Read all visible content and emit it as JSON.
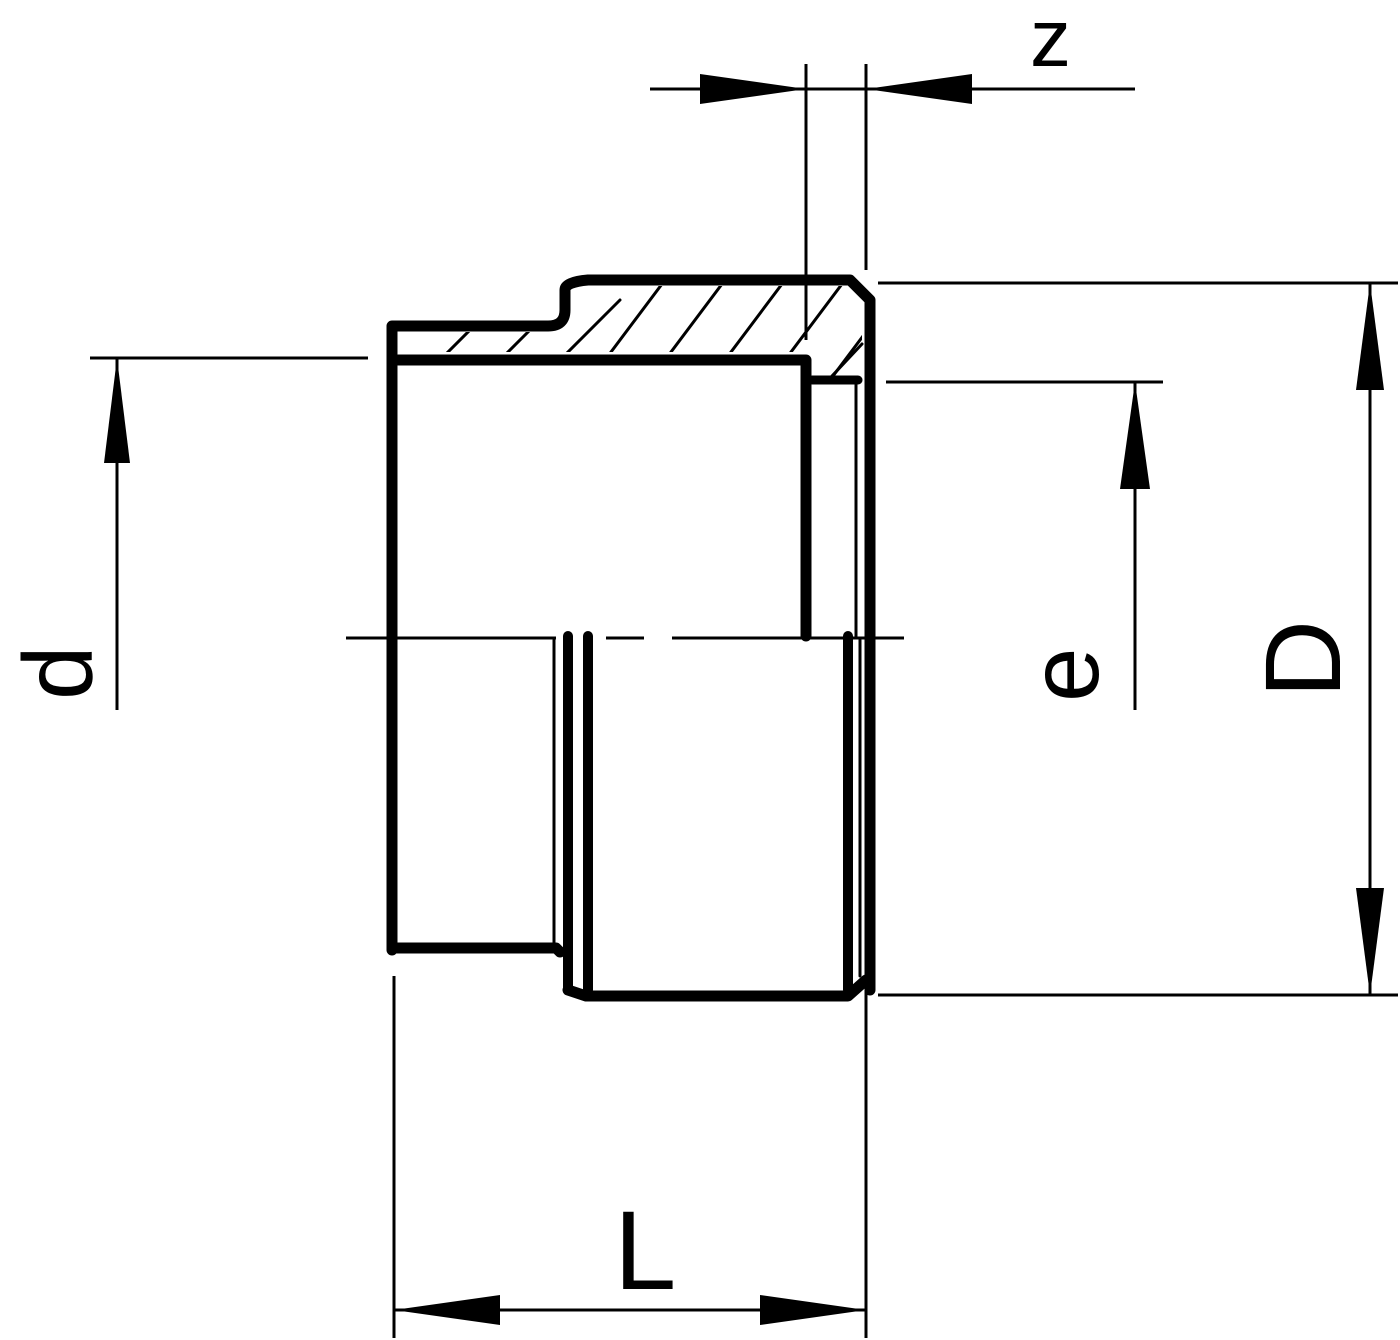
{
  "drawing": {
    "title": "Pipe fitting technical drawing (half section)",
    "line_color": "#000000",
    "background": "#ffffff"
  },
  "dimensions": {
    "z": {
      "label": "z"
    },
    "d": {
      "label": "d"
    },
    "e": {
      "label": "e"
    },
    "D": {
      "label": "D"
    },
    "L": {
      "label": "L"
    }
  }
}
